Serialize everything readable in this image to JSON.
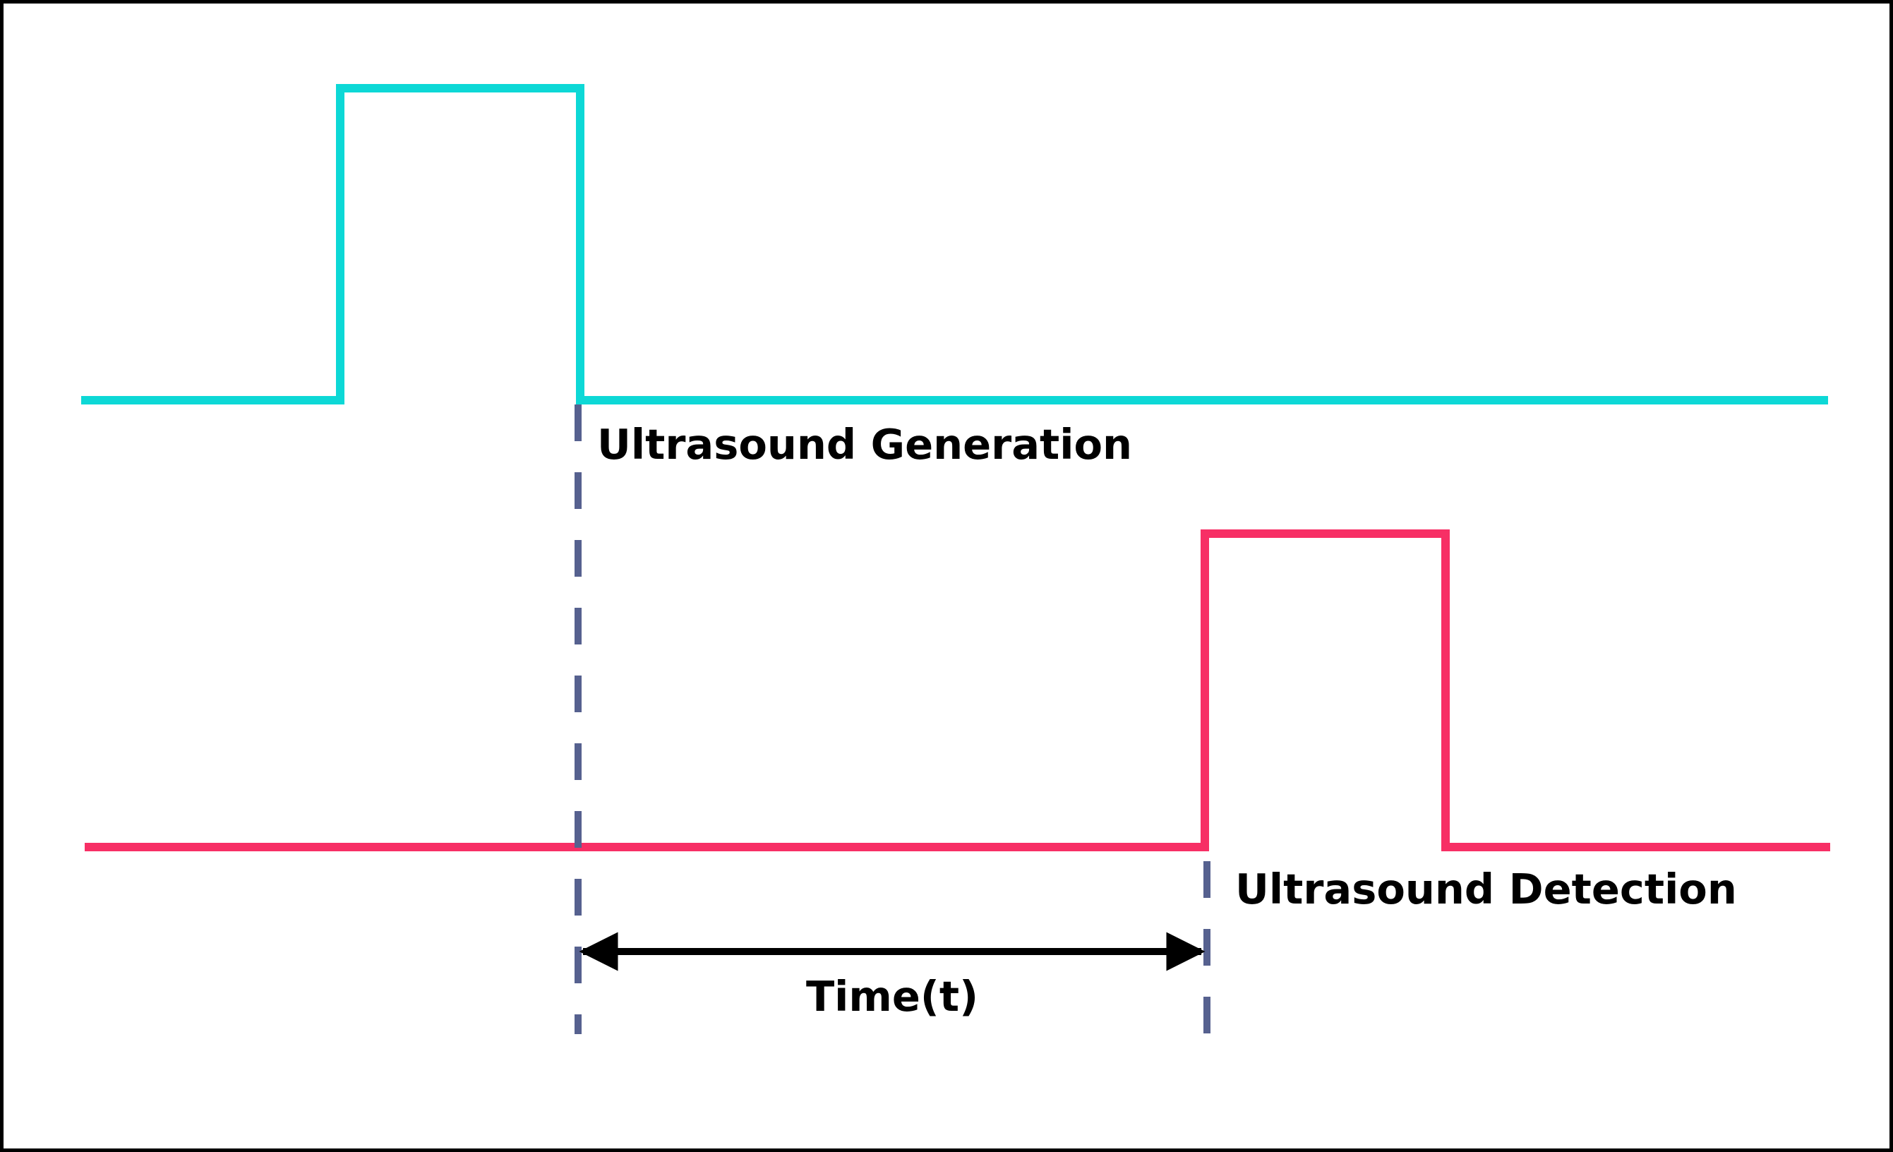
{
  "labels": {
    "generation": "Ultrasound Generation",
    "detection": "Ultrasound Detection",
    "time": "Time(t)"
  },
  "colors": {
    "generation_signal": "#0DD8D6",
    "detection_signal": "#F72F65",
    "marker": "#56618F",
    "arrow": "#000000",
    "text": "#000000",
    "frame": "#000000",
    "background": "#FFFFFF"
  }
}
